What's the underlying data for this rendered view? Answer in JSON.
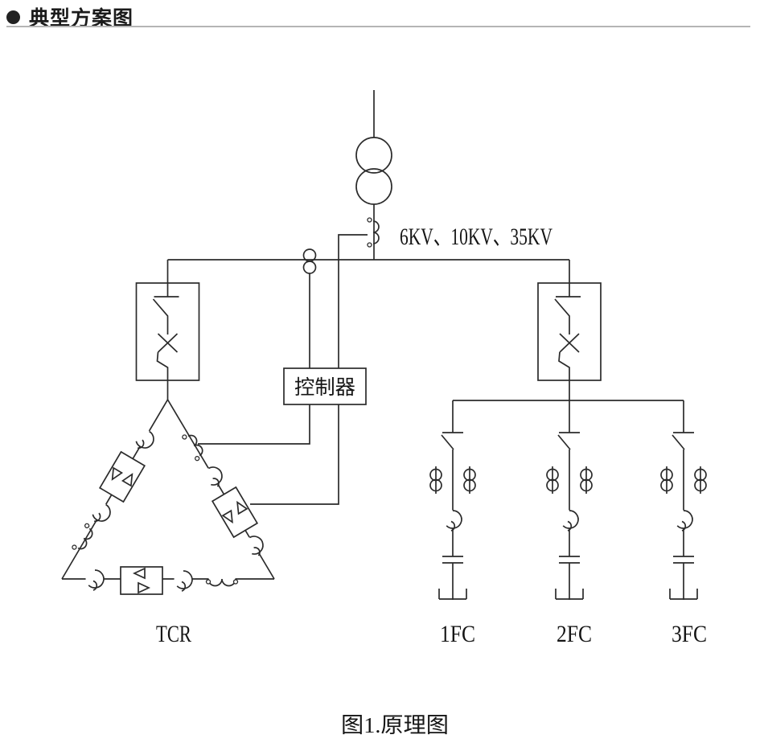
{
  "header": {
    "title": "典型方案图"
  },
  "diagram": {
    "voltage_label": "6KV、10KV、35KV",
    "controller_label": "控制器",
    "tcr_label": "TCR",
    "fc_labels": [
      "1FC",
      "2FC",
      "3FC"
    ],
    "caption": "图1.原理图",
    "colors": {
      "line": "#2b2b2b",
      "text": "#151515",
      "header_rule": "#b5b5b5",
      "background": "#ffffff"
    }
  }
}
